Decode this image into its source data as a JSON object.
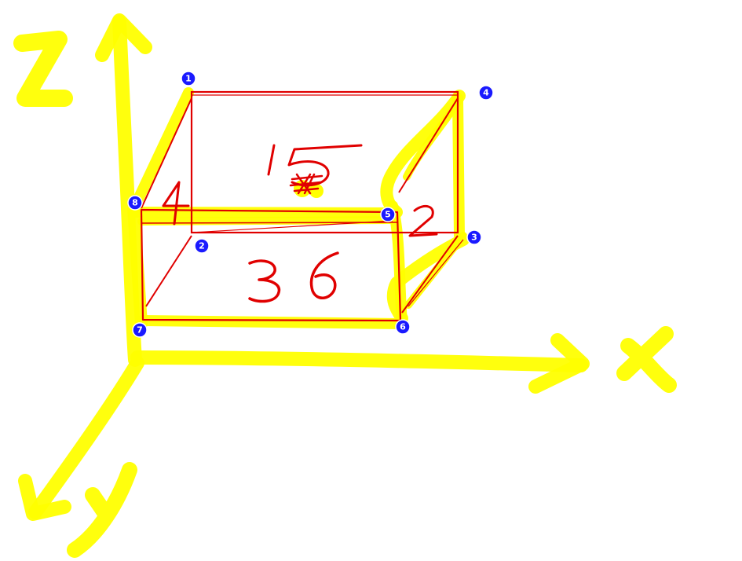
{
  "colors": {
    "highlight": "#ffff00",
    "highlight_stroke": "#e6e600",
    "ink": "#ff0000",
    "marker": "#1a1aff",
    "background": "#ffffff"
  },
  "axes": {
    "z_label": "Z",
    "x_label": "x",
    "y_label": "y"
  },
  "markers": [
    {
      "id": "1",
      "label": "1"
    },
    {
      "id": "2",
      "label": "2"
    },
    {
      "id": "3",
      "label": "3"
    },
    {
      "id": "4",
      "label": "4"
    },
    {
      "id": "5",
      "label": "5"
    },
    {
      "id": "6",
      "label": "6"
    },
    {
      "id": "7",
      "label": "7"
    },
    {
      "id": "8",
      "label": "8"
    }
  ],
  "face_labels": {
    "top": "15",
    "side": "2",
    "front": "36",
    "left": "4"
  }
}
